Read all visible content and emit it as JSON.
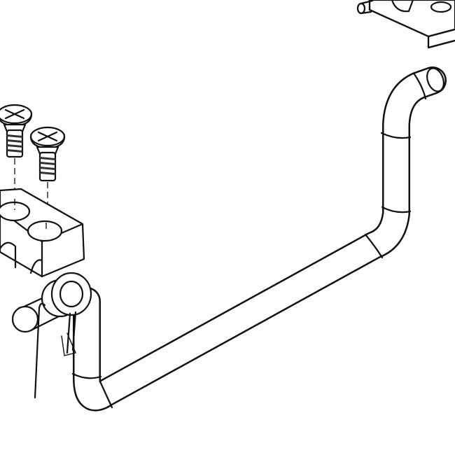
{
  "diagram": {
    "parts": [
      {
        "name": "screw",
        "count": 2
      },
      {
        "name": "clamp-block",
        "count": 2
      },
      {
        "name": "bent-tube",
        "count": 1
      },
      {
        "name": "pin",
        "count": 1
      },
      {
        "name": "cotter-pin",
        "count": 1
      }
    ],
    "line_color": "#111111",
    "background": "#ffffff"
  }
}
